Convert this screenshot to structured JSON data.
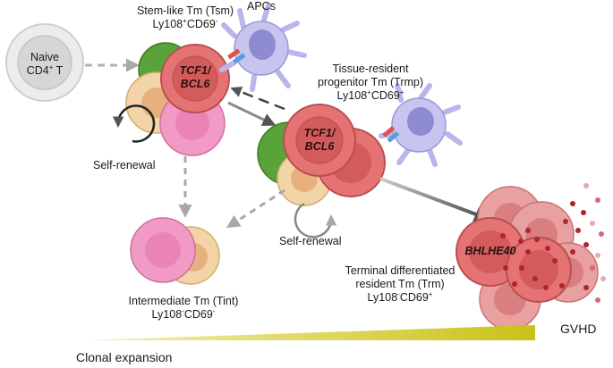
{
  "naive": {
    "line1": "Naive",
    "line2_main": "CD4",
    "line2_sup": "+",
    "line2_tail": " T"
  },
  "apcs": "APCs",
  "tsm": {
    "title": "Stem-like Tm (Tsm)",
    "marker_a": "Ly108",
    "sup_a": "+",
    "marker_b": "CD69",
    "sup_b": "-",
    "tf_line1": "TCF1/",
    "tf_line2": "BCL6",
    "renewal": "Self-renewal"
  },
  "trmp": {
    "title_line1": "Tissue-resident",
    "title_line2": "progenitor Tm (Trmp)",
    "marker_a": "Ly108",
    "sup_a": "+",
    "marker_b": "CD69",
    "sup_b": "+",
    "tf_line1": "TCF1/",
    "tf_line2": "BCL6",
    "renewal": "Self-renewal"
  },
  "tint": {
    "title": "Intermediate Tm (Tint)",
    "marker_a": "Ly108",
    "sup_a": "-",
    "marker_b": "CD69",
    "sup_b": "-"
  },
  "trm": {
    "title_line1": "Terminal differentiated",
    "title_line2": "resident Tm (Trm)",
    "marker_a": "Ly108",
    "sup_a": "-",
    "marker_b": "CD69",
    "sup_b": "+",
    "tf": "BHLHE40"
  },
  "gvhd": "GVHD",
  "clonal": "Clonal expansion",
  "colors": {
    "green": "#5aa33a",
    "red": "#e57373",
    "red_dark": "#d35b5b",
    "pink": "#f29ac6",
    "peach": "#f3d4a8",
    "apc": "#b8b6ea",
    "wedge": "#c9c219",
    "gray_cell": "#d9d9d9"
  }
}
